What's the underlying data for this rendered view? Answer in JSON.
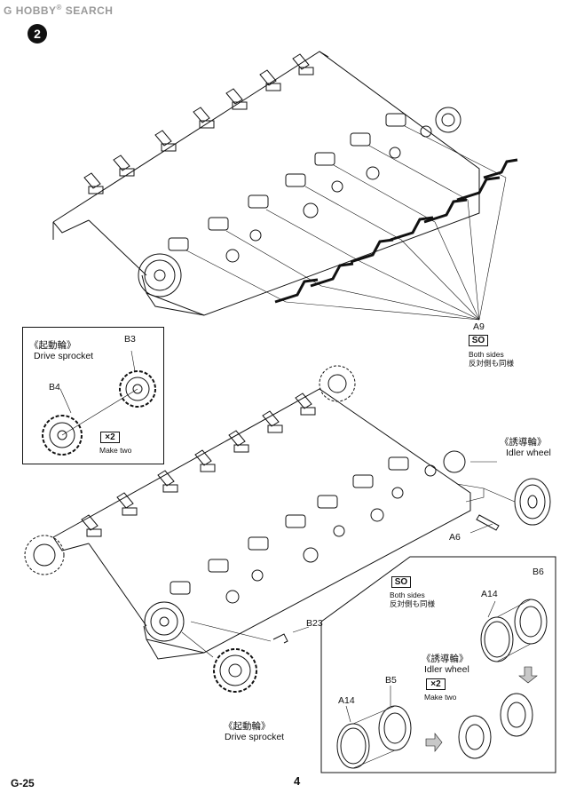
{
  "watermark": {
    "logo": "G",
    "brand": "HOBBY",
    "reg": "®",
    "word": "SEARCH"
  },
  "step_number": "2",
  "top": {
    "part_arm": "A9",
    "so_badge": "SO",
    "both_sides": "Both sides",
    "both_sides_jp": "反対側も同様"
  },
  "inset_drive": {
    "title_jp": "《起動輪》",
    "title_en": "Drive sprocket",
    "part_outer": "B3",
    "part_inner": "B4",
    "qty_badge": "×2",
    "make_two": "Make two"
  },
  "bottom": {
    "idler_jp": "《誘導輪》",
    "idler_en": "Idler wheel",
    "part_a6": "A6",
    "part_b23": "B23",
    "sprocket_jp": "《起動輪》",
    "sprocket_en": "Drive sprocket"
  },
  "inset_idler": {
    "so_badge": "SO",
    "both_sides": "Both sides",
    "both_sides_jp": "反対側も同様",
    "part_a14_top": "A14",
    "part_b6": "B6",
    "title_jp": "《誘導輪》",
    "title_en": "Idler wheel",
    "qty_badge": "×2",
    "make_two": "Make two",
    "part_a14_bottom": "A14",
    "part_b5": "B5"
  },
  "footer": {
    "page_code": "G-25",
    "page_number": "4"
  },
  "colors": {
    "ink": "#111111",
    "watermark": "#9a9a9a",
    "arrow_fill": "#c8c8c8"
  }
}
